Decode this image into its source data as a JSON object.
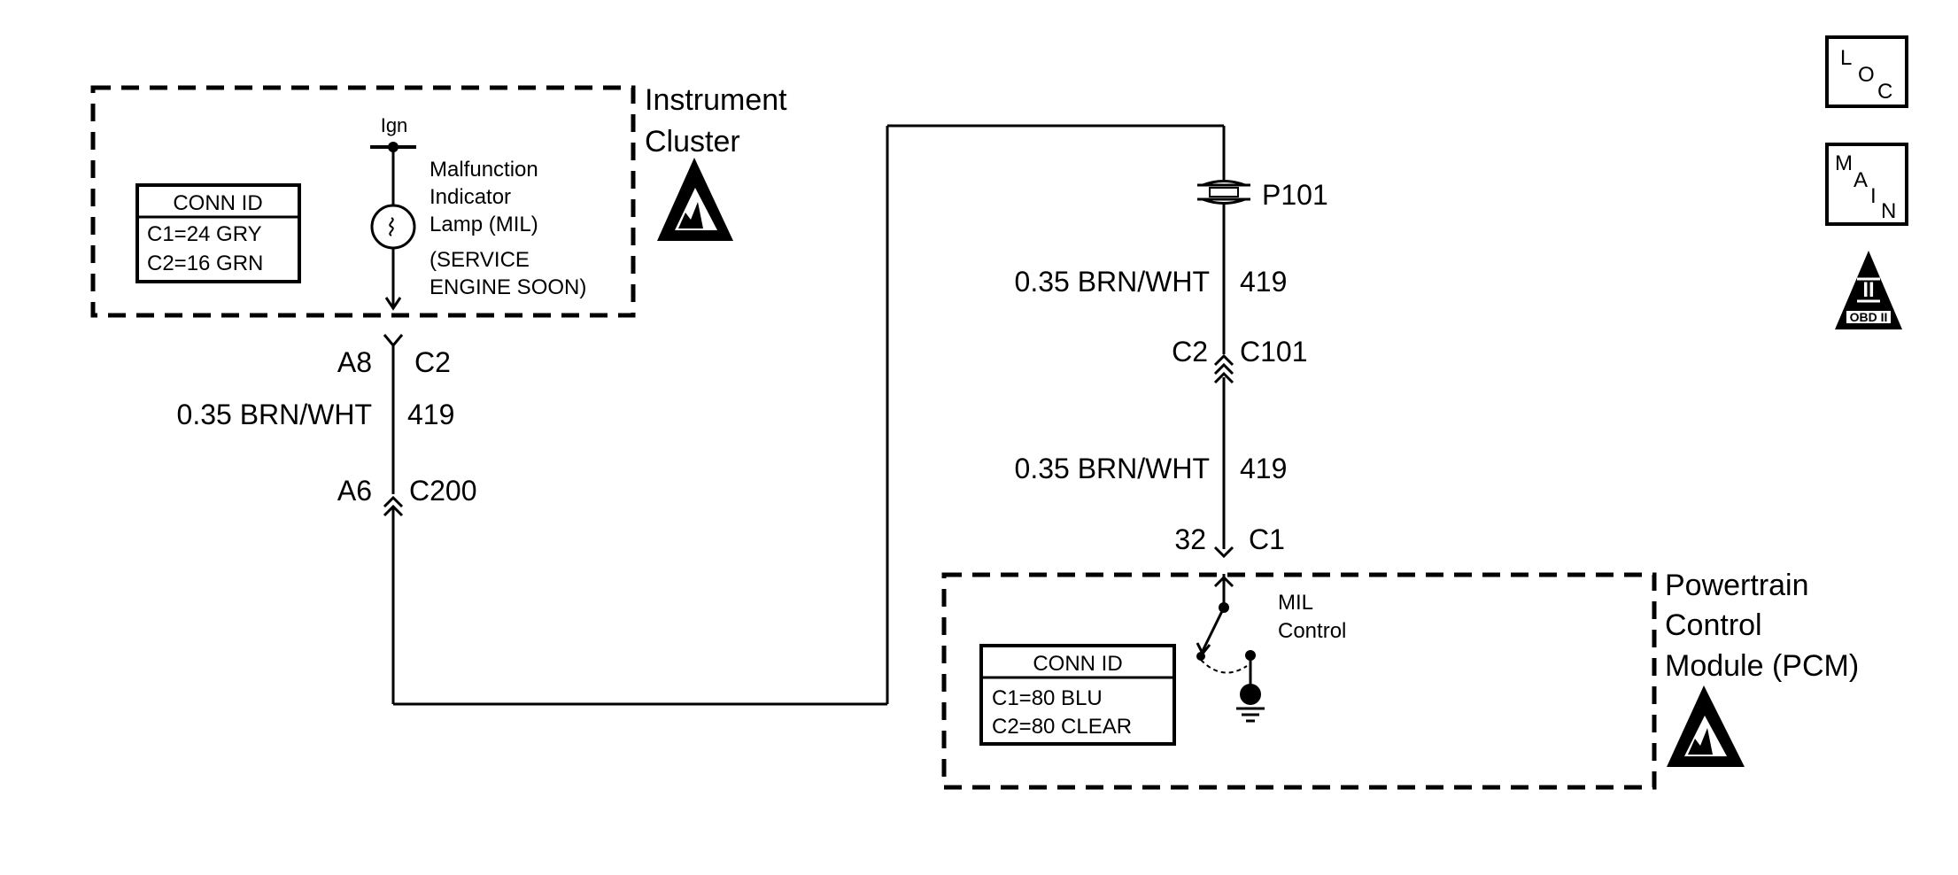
{
  "instrument_cluster": {
    "title_line1": "Instrument",
    "title_line2": "Cluster",
    "ign": "Ign",
    "lamp_label": [
      "Malfunction",
      "Indicator",
      "Lamp (MIL)",
      "(SERVICE",
      "ENGINE SOON)"
    ],
    "conn_box": {
      "header": "CONN ID",
      "lines": [
        "C1=24 GRY",
        "C2=16 GRN"
      ]
    }
  },
  "left_wire": {
    "conn_top": {
      "pin": "A8",
      "id": "C2"
    },
    "wire_color": "0.35 BRN/WHT",
    "circuit": "419",
    "conn_bottom": {
      "pin": "A6",
      "id": "C200"
    }
  },
  "right_wire": {
    "splice": "P101",
    "wire1_color": "0.35 BRN/WHT",
    "wire1_circuit": "419",
    "conn_mid": {
      "pin": "C2",
      "id": "C101"
    },
    "wire2_color": "0.35 BRN/WHT",
    "wire2_circuit": "419",
    "conn_pcm": {
      "pin": "32",
      "id": "C1"
    }
  },
  "pcm": {
    "title_lines": [
      "Powertrain",
      "Control",
      "Module (PCM)"
    ],
    "switch_label": [
      "MIL",
      "Control"
    ],
    "conn_box": {
      "header": "CONN ID",
      "lines": [
        "C1=80 BLU",
        "C2=80 CLEAR"
      ]
    }
  },
  "legend_icons": {
    "loc": [
      "L",
      "O",
      "C"
    ],
    "main": [
      "M",
      "A",
      "I",
      "N"
    ],
    "obd": {
      "roman": "II",
      "caption": "OBD II"
    }
  }
}
